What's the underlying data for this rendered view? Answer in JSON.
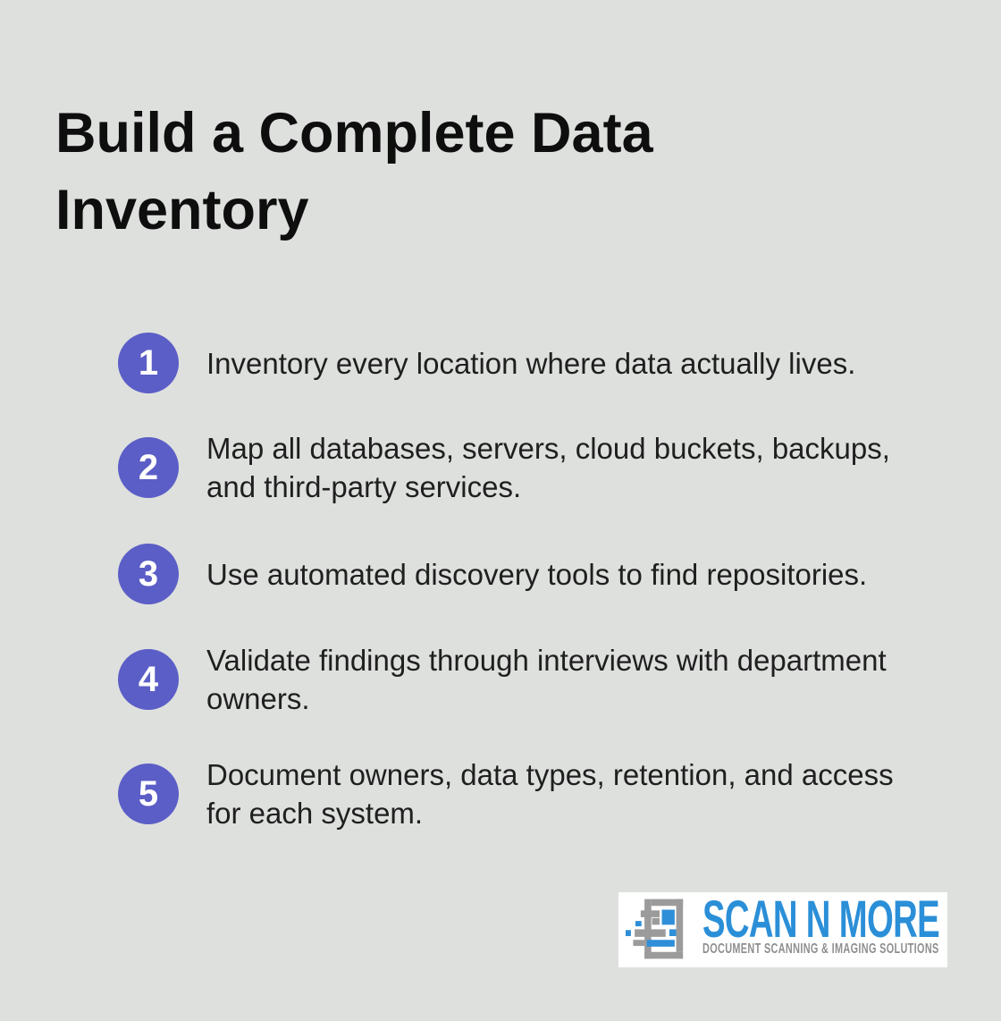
{
  "title": {
    "lines": [
      "Build a Complete Data",
      "Inventory"
    ]
  },
  "steps": [
    {
      "number": "1",
      "lines": [
        "Inventory every location where data actually lives."
      ]
    },
    {
      "number": "2",
      "lines": [
        "Map all databases, servers, cloud buckets, backups,",
        "and third-party services."
      ]
    },
    {
      "number": "3",
      "lines": [
        "Use automated discovery tools to find repositories."
      ]
    },
    {
      "number": "4",
      "lines": [
        "Validate findings through interviews with department",
        "owners."
      ]
    },
    {
      "number": "5",
      "lines": [
        "Document owners, data types, retention, and access",
        "for each system."
      ]
    }
  ],
  "logo": {
    "name": "SCAN N MORE",
    "tagline": "DOCUMENT SCANNING & IMAGING SOLUTIONS"
  },
  "colors": {
    "background": "#dee0de",
    "title_text": "#0e0e0e",
    "body_text": "#1f1f1f",
    "step_circle": "#5b5ec6",
    "step_number": "#ffffff",
    "logo_background": "#ffffff",
    "logo_blue": "#2b8fd8",
    "logo_gray": "#8f8f8f",
    "logo_icon_gray": "#9b9b9b",
    "logo_icon_blue": "#2e8fd8"
  }
}
